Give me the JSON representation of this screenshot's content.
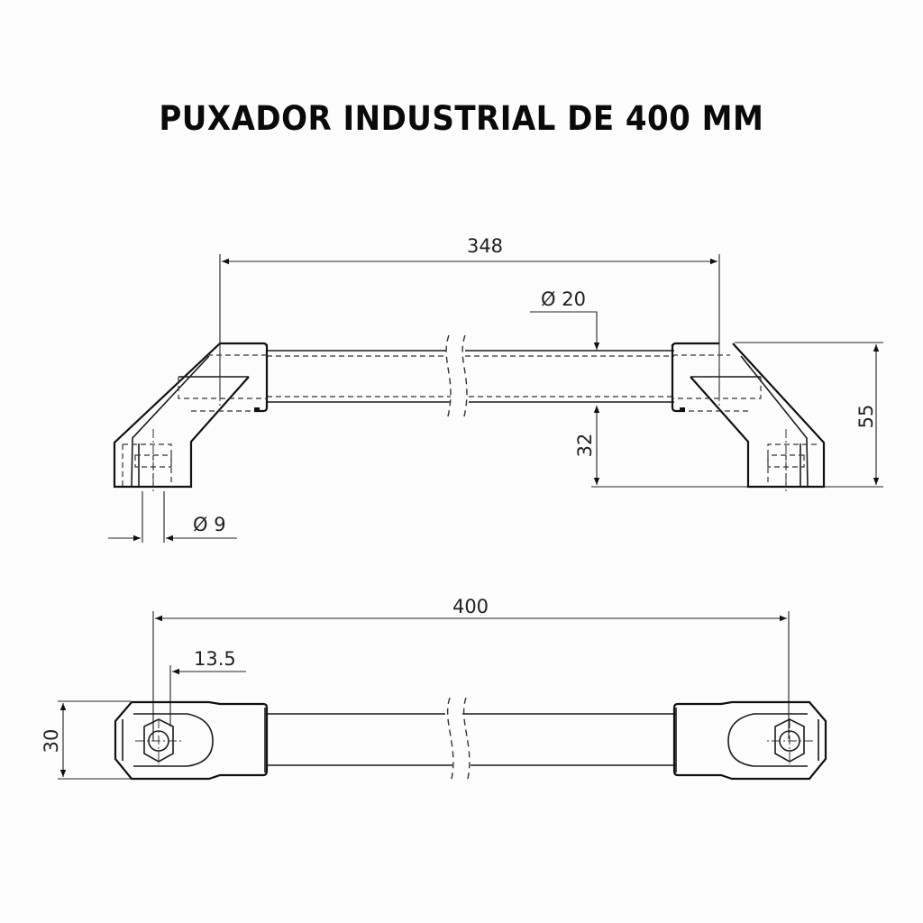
{
  "title": "PUXADOR INDUSTRIAL DE 400 MM",
  "side_view": {
    "dimensions": {
      "hole_spacing": "348",
      "tube_diameter": "Ø 20",
      "grip_clearance": "32",
      "overall_height": "55",
      "hole_diameter": "Ø 9"
    }
  },
  "top_view": {
    "dimensions": {
      "overall_length": "400",
      "hole_offset": "13.5",
      "width": "30"
    }
  },
  "colors": {
    "line": "#1a1a1a",
    "background": "#fdfdfd"
  }
}
